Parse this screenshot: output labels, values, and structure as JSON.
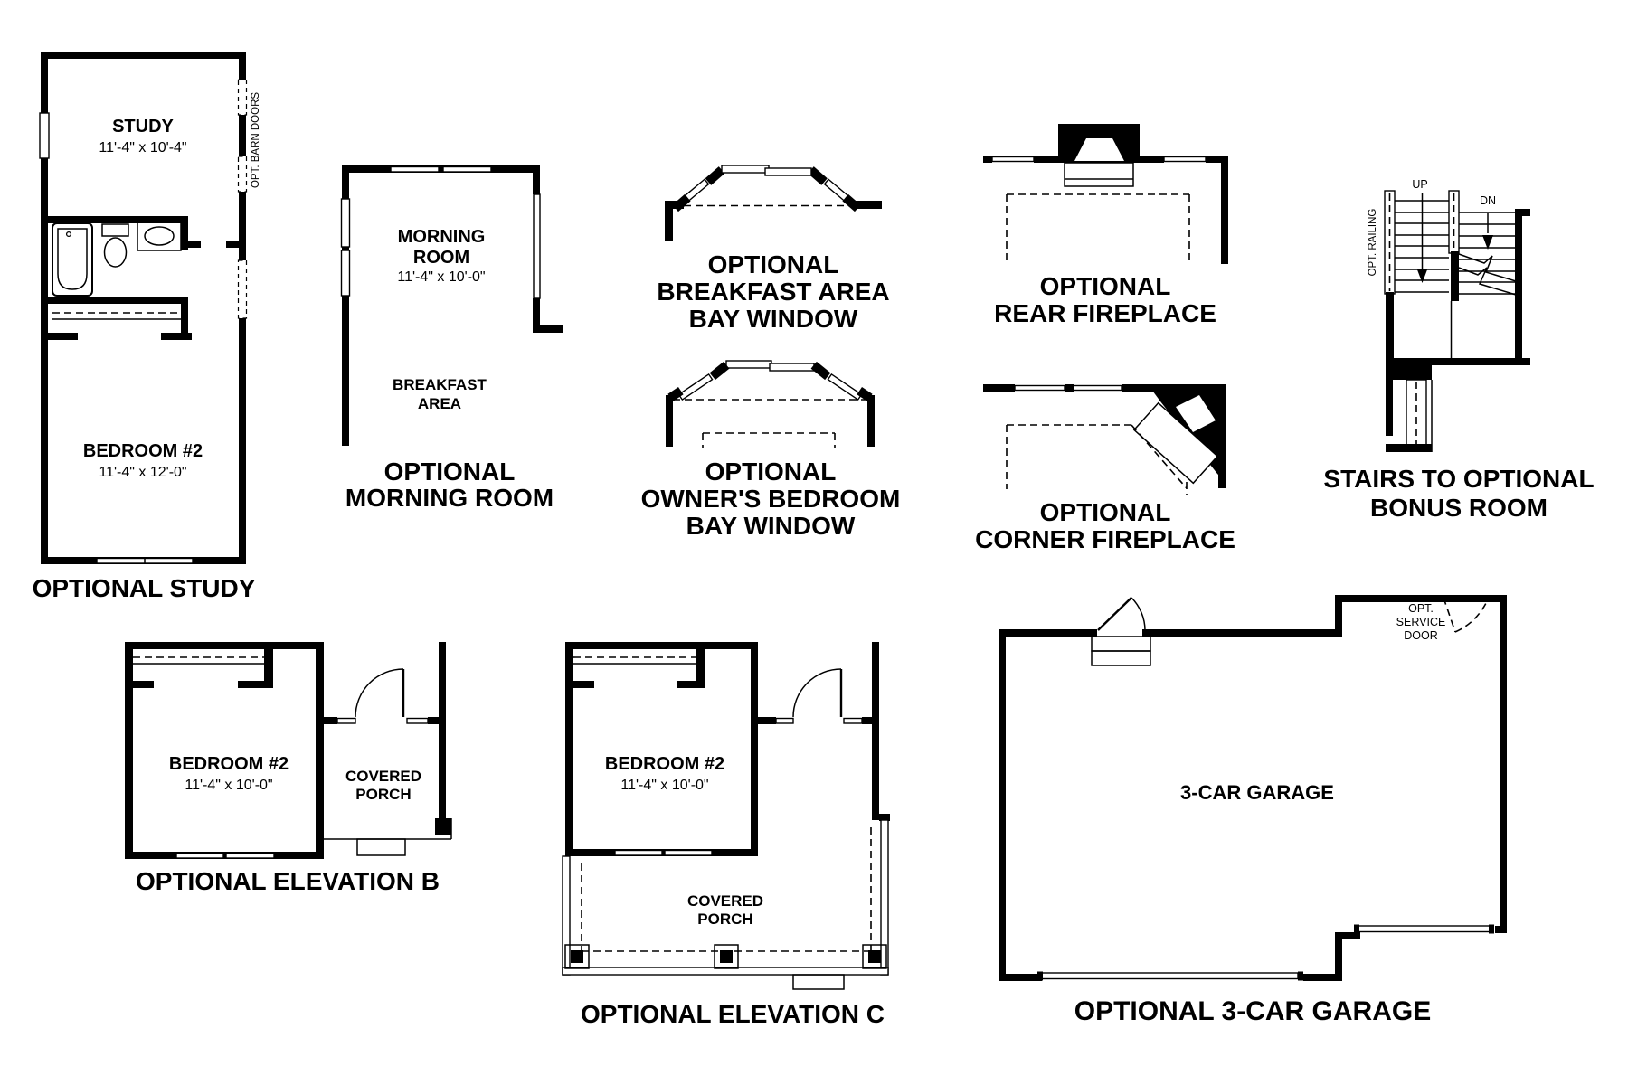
{
  "colors": {
    "ink": "#000000",
    "background": "#ffffff"
  },
  "figures": {
    "study": {
      "caption": "OPTIONAL STUDY",
      "study_name": "STUDY",
      "study_dims": "11'-4\" x 10'-4\"",
      "bedroom_name": "BEDROOM #2",
      "bedroom_dims": "11'-4\" x 12'-0\"",
      "barn_doors_note": "OPT. BARN DOORS"
    },
    "morning_room": {
      "caption": [
        "OPTIONAL",
        "MORNING ROOM"
      ],
      "room_name": [
        "MORNING",
        "ROOM"
      ],
      "room_dims": "11'-4\" x 10'-0\"",
      "breakfast_label": [
        "BREAKFAST",
        "AREA"
      ]
    },
    "breakfast_bay": {
      "caption": [
        "OPTIONAL",
        "BREAKFAST AREA",
        "BAY WINDOW"
      ]
    },
    "owners_bay": {
      "caption": [
        "OPTIONAL",
        "OWNER'S BEDROOM",
        "BAY WINDOW"
      ]
    },
    "rear_fireplace": {
      "caption": [
        "OPTIONAL",
        "REAR FIREPLACE"
      ]
    },
    "corner_fireplace": {
      "caption": [
        "OPTIONAL",
        "CORNER FIREPLACE"
      ]
    },
    "stairs": {
      "caption": [
        "STAIRS TO OPTIONAL",
        "BONUS ROOM"
      ],
      "up_label": "UP",
      "down_label": "DN",
      "railing_note": "OPT. RAILING"
    },
    "elevation_b": {
      "caption": "OPTIONAL ELEVATION B",
      "bedroom_name": "BEDROOM #2",
      "bedroom_dims": "11'-4\" x 10'-0\"",
      "porch_label": [
        "COVERED",
        "PORCH"
      ]
    },
    "elevation_c": {
      "caption": "OPTIONAL ELEVATION C",
      "bedroom_name": "BEDROOM #2",
      "bedroom_dims": "11'-4\" x 10'-0\"",
      "porch_label": [
        "COVERED",
        "PORCH"
      ]
    },
    "garage": {
      "caption": "OPTIONAL 3-CAR GARAGE",
      "room_name": "3-CAR GARAGE",
      "service_door_note": [
        "OPT.",
        "SERVICE",
        "DOOR"
      ]
    }
  }
}
